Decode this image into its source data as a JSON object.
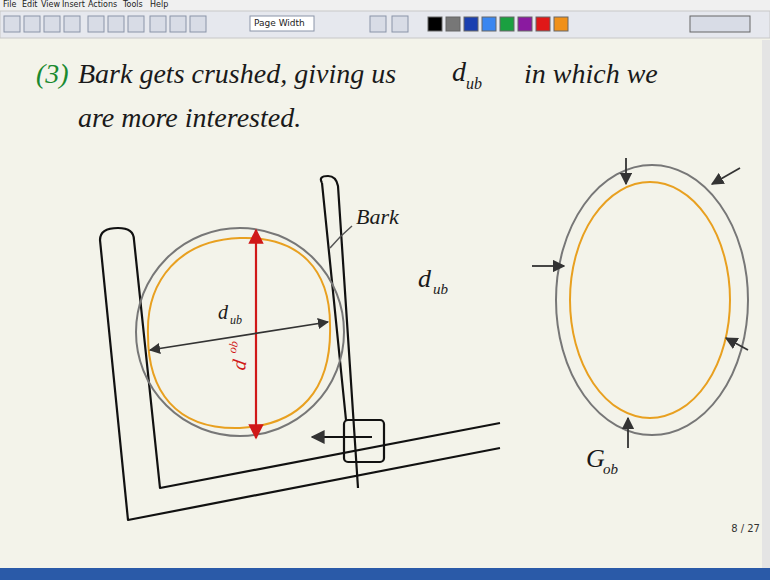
{
  "diagram": {
    "labels": [
      "File",
      "Edit",
      "View",
      "Insert",
      "Actions",
      "Tools",
      "Help",
      "Page Width",
      "(3)",
      "Bark gets crushed, giving us",
      "d",
      "ub",
      "in which we",
      "are more interested.",
      "Bark",
      "d",
      "ub",
      "d",
      "ob",
      "d",
      "ub",
      "G",
      "ob",
      "8 / 27"
    ]
  }
}
